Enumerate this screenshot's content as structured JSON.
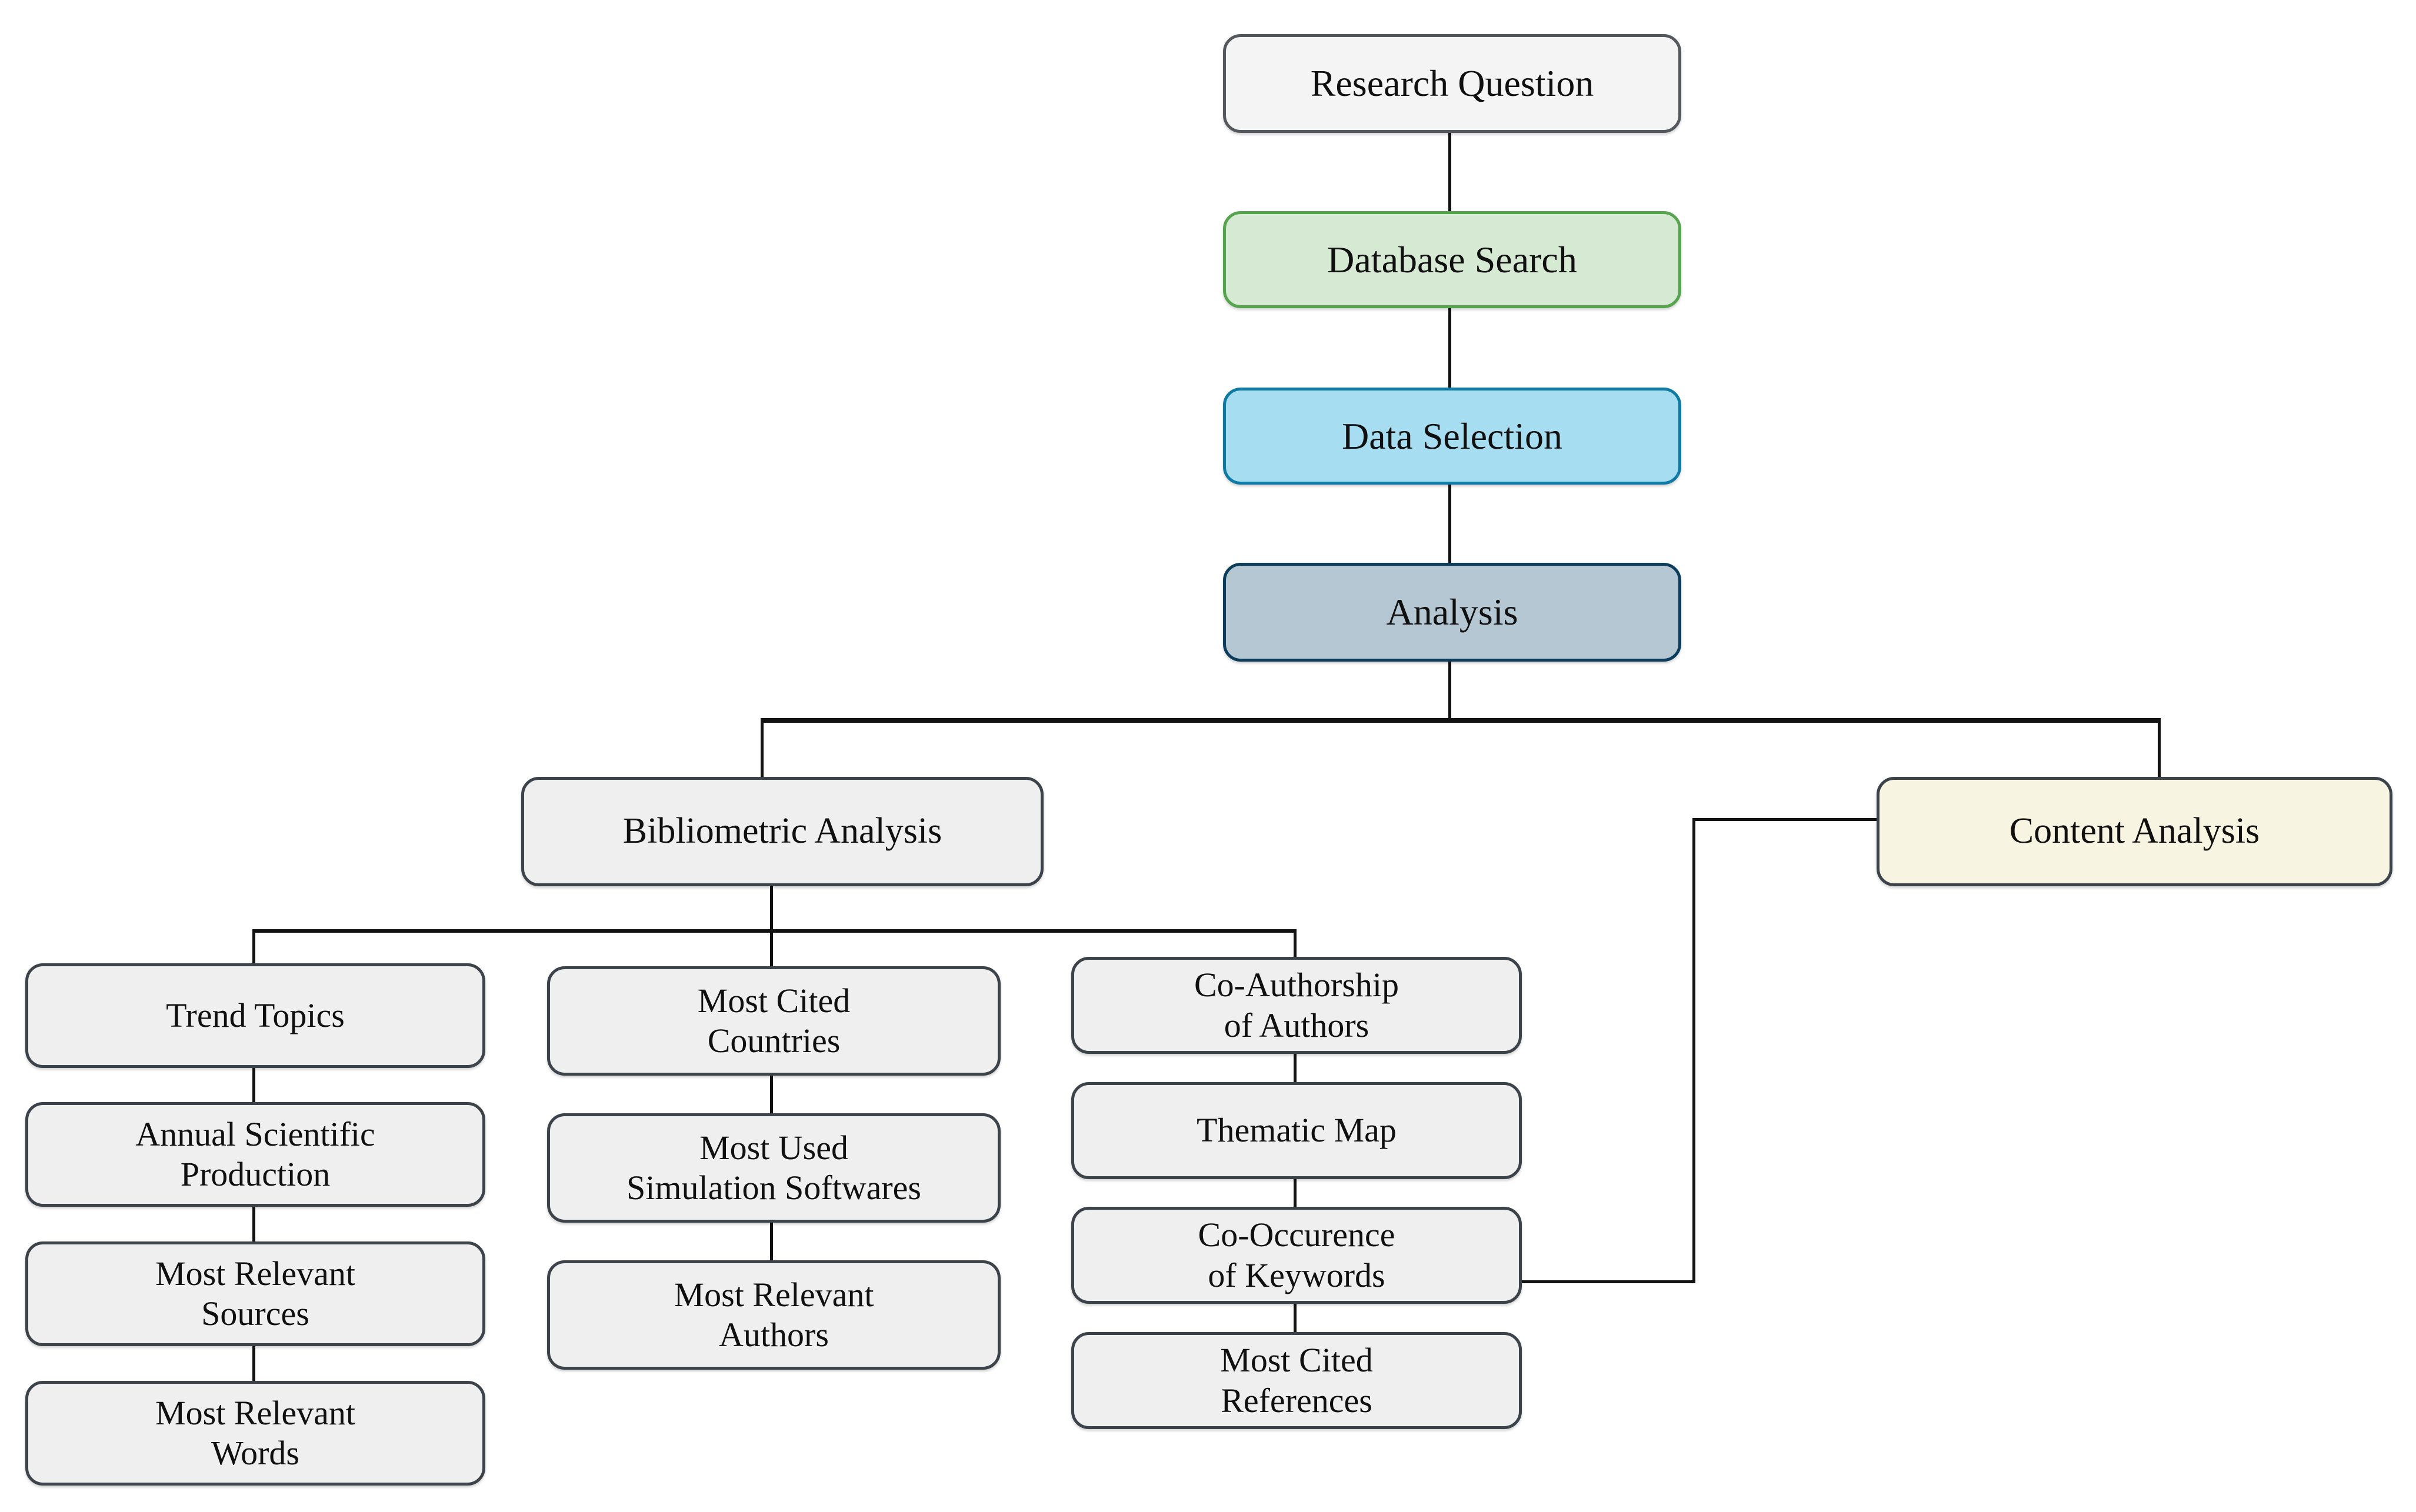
{
  "diagram": {
    "title": "Research methodology flowchart",
    "background_color": "#ffffff",
    "line_color": "#121212",
    "palette": {
      "neutral": {
        "fill": "#f4f4f4",
        "border": "#55595e"
      },
      "green": {
        "fill": "#d6e9d2",
        "border": "#56a44e"
      },
      "blue": {
        "fill": "#a6ddf0",
        "border": "#0f7ba4"
      },
      "steel": {
        "fill": "#b5c7d3",
        "border": "#0d3d5c"
      },
      "gray": {
        "fill": "#efefef",
        "border": "#3c434b"
      },
      "cream": {
        "fill": "#f8f4e2",
        "border": "#3c434b"
      }
    },
    "nodes": [
      {
        "id": "research-question",
        "label": "Research Question",
        "lines": [
          "Research Question"
        ],
        "style": "neutral"
      },
      {
        "id": "database-search",
        "label": "Database Search",
        "lines": [
          "Database Search"
        ],
        "style": "green"
      },
      {
        "id": "data-selection",
        "label": "Data Selection",
        "lines": [
          "Data Selection"
        ],
        "style": "blue"
      },
      {
        "id": "analysis",
        "label": "Analysis",
        "lines": [
          "Analysis"
        ],
        "style": "steel"
      },
      {
        "id": "bibliometric-analysis",
        "label": "Bibliometric Analysis",
        "lines": [
          "Bibliometric Analysis"
        ],
        "style": "gray"
      },
      {
        "id": "content-analysis",
        "label": "Content Analysis",
        "lines": [
          "Content Analysis"
        ],
        "style": "cream"
      },
      {
        "id": "trend-topics",
        "label": "Trend Topics",
        "lines": [
          "Trend Topics"
        ],
        "style": "gray"
      },
      {
        "id": "annual-scientific-production",
        "label": "Annual Scientific Production",
        "lines": [
          "Annual Scientific",
          "Production"
        ],
        "style": "gray"
      },
      {
        "id": "most-relevant-sources",
        "label": "Most Relevant Sources",
        "lines": [
          "Most Relevant",
          "Sources"
        ],
        "style": "gray"
      },
      {
        "id": "most-relevant-words",
        "label": "Most Relevant Words",
        "lines": [
          "Most Relevant",
          "Words"
        ],
        "style": "gray"
      },
      {
        "id": "most-cited-countries",
        "label": "Most Cited Countries",
        "lines": [
          "Most Cited",
          "Countries"
        ],
        "style": "gray"
      },
      {
        "id": "most-used-simulation-softwares",
        "label": "Most Used Simulation Softwares",
        "lines": [
          "Most Used",
          "Simulation Softwares"
        ],
        "style": "gray"
      },
      {
        "id": "most-relevant-authors",
        "label": "Most Relevant Authors",
        "lines": [
          "Most Relevant",
          "Authors"
        ],
        "style": "gray"
      },
      {
        "id": "co-authorship-of-authors",
        "label": "Co-Authorship of Authors",
        "lines": [
          "Co-Authorship",
          "of Authors"
        ],
        "style": "gray"
      },
      {
        "id": "thematic-map",
        "label": "Thematic Map",
        "lines": [
          "Thematic Map"
        ],
        "style": "gray"
      },
      {
        "id": "co-occurence-of-keywords",
        "label": "Co-Occurence of Keywords",
        "lines": [
          "Co-Occurence",
          "of Keywords"
        ],
        "style": "gray"
      },
      {
        "id": "most-cited-references",
        "label": "Most Cited References",
        "lines": [
          "Most Cited",
          "References"
        ],
        "style": "gray"
      }
    ],
    "edges": [
      {
        "from": "research-question",
        "to": "database-search"
      },
      {
        "from": "database-search",
        "to": "data-selection"
      },
      {
        "from": "data-selection",
        "to": "analysis"
      },
      {
        "from": "analysis",
        "to": "bibliometric-analysis"
      },
      {
        "from": "analysis",
        "to": "content-analysis"
      },
      {
        "from": "bibliometric-analysis",
        "to": "trend-topics"
      },
      {
        "from": "bibliometric-analysis",
        "to": "most-cited-countries"
      },
      {
        "from": "bibliometric-analysis",
        "to": "co-authorship-of-authors"
      },
      {
        "from": "trend-topics",
        "to": "annual-scientific-production"
      },
      {
        "from": "annual-scientific-production",
        "to": "most-relevant-sources"
      },
      {
        "from": "most-relevant-sources",
        "to": "most-relevant-words"
      },
      {
        "from": "most-cited-countries",
        "to": "most-used-simulation-softwares"
      },
      {
        "from": "most-used-simulation-softwares",
        "to": "most-relevant-authors"
      },
      {
        "from": "co-authorship-of-authors",
        "to": "thematic-map"
      },
      {
        "from": "thematic-map",
        "to": "co-occurence-of-keywords"
      },
      {
        "from": "co-occurence-of-keywords",
        "to": "most-cited-references"
      },
      {
        "from": "content-analysis",
        "to": "co-occurence-of-keywords"
      }
    ]
  }
}
